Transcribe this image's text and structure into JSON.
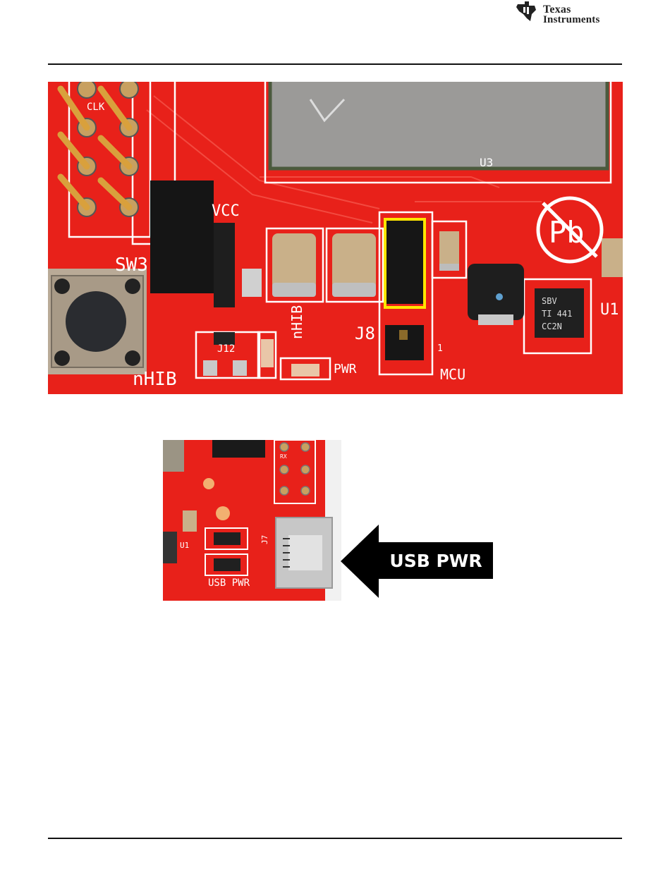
{
  "header": {
    "logo_line1": "Texas",
    "logo_line2": "Instruments"
  },
  "figure_top": {
    "silkscreen": {
      "sw3": "SW3",
      "vcc": "VCC",
      "nhib_vertical": "nHIB",
      "nhib_bottom": "nHIB",
      "j8": "J8",
      "j12": "J12",
      "pwr": "PWR",
      "mcu": "MCU",
      "u3": "U3",
      "u1": "U1",
      "clk": "CLK",
      "pin1": "1",
      "chip_line1": "SBV",
      "chip_line2": "TI 441",
      "chip_line3": "CC2N",
      "pb": "Pb"
    },
    "highlight_color": "#ffe600"
  },
  "figure_bottom": {
    "silkscreen": {
      "usb_pwr": "USB PWR",
      "u1": "U1",
      "j7": "J7",
      "rx": "RX"
    },
    "callout": "USB PWR"
  },
  "colors": {
    "pcb_red": "#e8211a",
    "rule": "#111111"
  }
}
